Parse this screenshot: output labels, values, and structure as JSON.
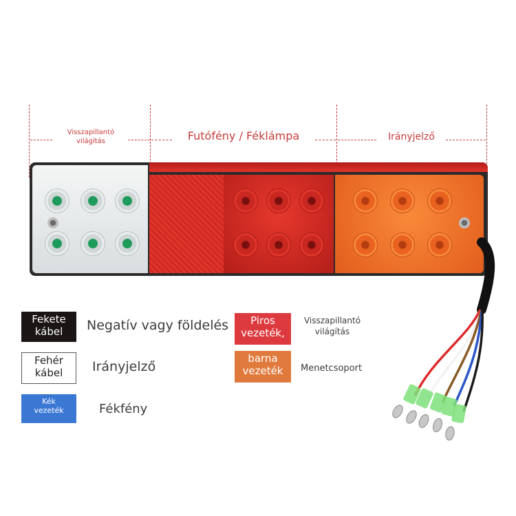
{
  "dimension_labels": {
    "left": "Visszapillantó\nvilágítás",
    "middle": "Futófény / Féklámpa",
    "right": "Irányjelző"
  },
  "legend": {
    "black_cable": {
      "label": "Fekete\nkábel",
      "description": "Negatív vagy földelés",
      "color": "#1a1414"
    },
    "white_cable": {
      "label": "Fehér\nkábel",
      "description": "Irányjelző",
      "color": "#ffffff"
    },
    "blue_cable": {
      "label": "Kék\nvezeték",
      "description": "Fékfény",
      "color": "#3b78d4"
    },
    "red_cable": {
      "label": "Piros\nvezeték,",
      "description": "Visszapillantó\nvilágítás",
      "color": "#dc3a3e"
    },
    "brown_cable": {
      "label": "barna\nvezeték",
      "description": "Menetcsoport",
      "color": "#e07a3c"
    }
  },
  "colors": {
    "annotation_red": "#c73a3a",
    "lamp_red": "#d92f25",
    "lamp_amber": "#f98a3a",
    "lamp_white": "#eef1f1"
  }
}
